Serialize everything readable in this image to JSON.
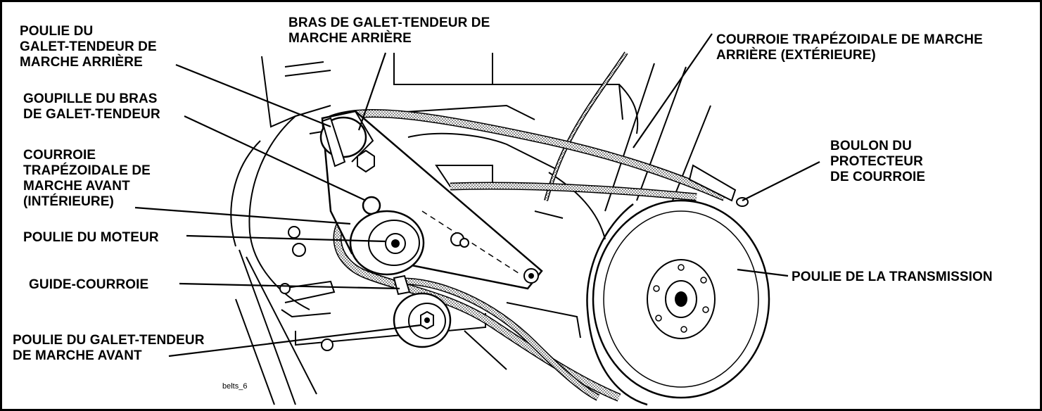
{
  "figure_id": "belts_6",
  "labels": {
    "reverse_idler_pulley": "POULIE DU\nGALET-TENDEUR DE\nMARCHE ARRIÈRE",
    "reverse_idler_arm": "BRAS DE GALET-TENDEUR DE\nMARCHE ARRIÈRE",
    "reverse_vbelt": "COURROIE TRAPÉZOIDALE DE MARCHE\nARRIÈRE (EXTÉRIEURE)",
    "idler_arm_pin": "GOUPILLE DU BRAS\nDE GALET-TENDEUR",
    "forward_vbelt": "COURROIE\nTRAPÉZOIDALE DE\nMARCHE AVANT\n(INTÉRIEURE)",
    "belt_guard_bolt": "BOULON DU\nPROTECTEUR\nDE COURROIE",
    "engine_pulley": "POULIE DU MOTEUR",
    "transmission_pulley": "POULIE DE LA TRANSMISSION",
    "belt_guide": "GUIDE-COURROIE",
    "forward_idler_pulley": "POULIE DU GALET-TENDEUR\nDE MARCHE AVANT"
  }
}
